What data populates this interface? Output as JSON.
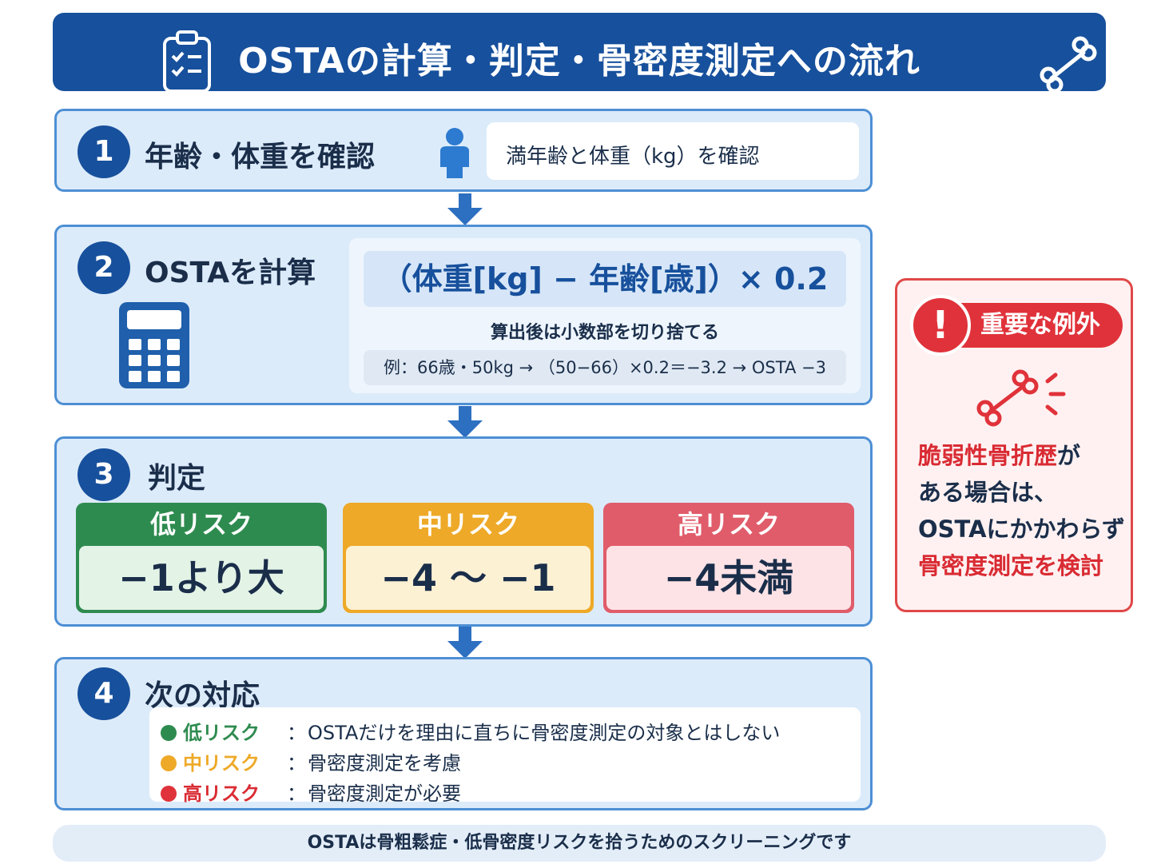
{
  "header": {
    "title": "OSTAの計算・判定・骨密度測定への流れ"
  },
  "step1": {
    "num": "1",
    "title": "年齢・体重を確認",
    "desc": "満年齢と体重（kg）を確認"
  },
  "step2": {
    "num": "2",
    "title": "OSTAを計算",
    "formula": "（体重[kg] − 年齢[歳]）× 0.2",
    "note": "算出後は小数部を切り捨てる",
    "example": "例：66歳・50kg → （50−66）×0.2＝−3.2 → OSTA −3"
  },
  "step3": {
    "num": "3",
    "title": "判定",
    "levels": [
      {
        "label": "低リスク",
        "value": "−1より大"
      },
      {
        "label": "中リスク",
        "value": "−4 〜 −1"
      },
      {
        "label": "高リスク",
        "value": "−4未満"
      }
    ]
  },
  "step4": {
    "num": "4",
    "title": "次の対応",
    "items": [
      {
        "label": "低リスク",
        "sep": "：",
        "text": "OSTAだけを理由に直ちに骨密度測定の対象とはしない"
      },
      {
        "label": "中リスク",
        "sep": "：",
        "text": "骨密度測定を考慮"
      },
      {
        "label": "高リスク",
        "sep": "：",
        "text": "骨密度測定が必要"
      }
    ]
  },
  "exception": {
    "icon": "!",
    "tag": "重要な例外",
    "line1_red": "脆弱性骨折歴",
    "line1_rest": "が",
    "line2": "ある場合は、",
    "line3": "OSTAにかかわらず",
    "line4": "骨密度測定を検討"
  },
  "footer": "OSTAは骨粗鬆症・低骨密度リスクを拾うためのスクリーニングです",
  "colors": {
    "primary": "#17509c",
    "low": "#2e8b4f",
    "mid": "#eea928",
    "high": "#e05c6a",
    "alert": "#e0323a"
  },
  "icons": [
    "clipboard-icon",
    "bone-icon",
    "person-icon",
    "calculator-icon",
    "arrow-down-icon",
    "alert-icon"
  ]
}
